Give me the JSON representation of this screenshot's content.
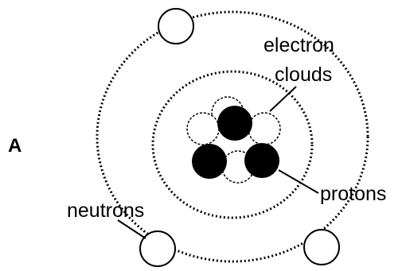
{
  "diagram": {
    "panel_letter": "A",
    "labels": {
      "electron_line1": "electron",
      "electron_line2": "clouds",
      "protons": "protons",
      "neutrons": "neutrons"
    },
    "colors": {
      "ink": "#000000",
      "proton_fill": "#000000",
      "neutron_fill": "#ffffff",
      "background": "#ffffff"
    }
  }
}
